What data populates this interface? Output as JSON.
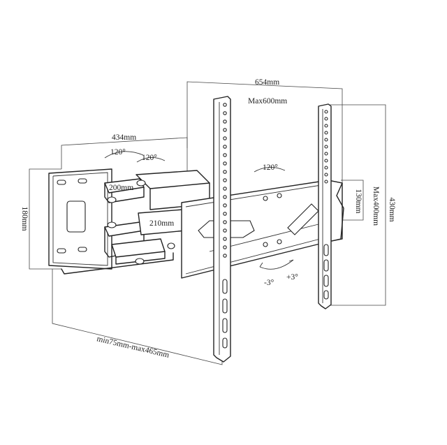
{
  "labels": {
    "width_total": "654mm",
    "max_horizontal": "Max600mm",
    "wall_plate_width": "434mm",
    "wall_plate_height": "180mm",
    "arm_length_1": "200mm",
    "arm_length_2": "210mm",
    "rotation_1": "120°",
    "rotation_2": "120°",
    "rotation_3": "120°",
    "slot_height": "130mm",
    "max_vertical": "Max400mm",
    "height_total": "430mm",
    "tilt_minus": "-3°",
    "tilt_plus": "+3°",
    "extension_range": "min75mm-max465mm"
  }
}
